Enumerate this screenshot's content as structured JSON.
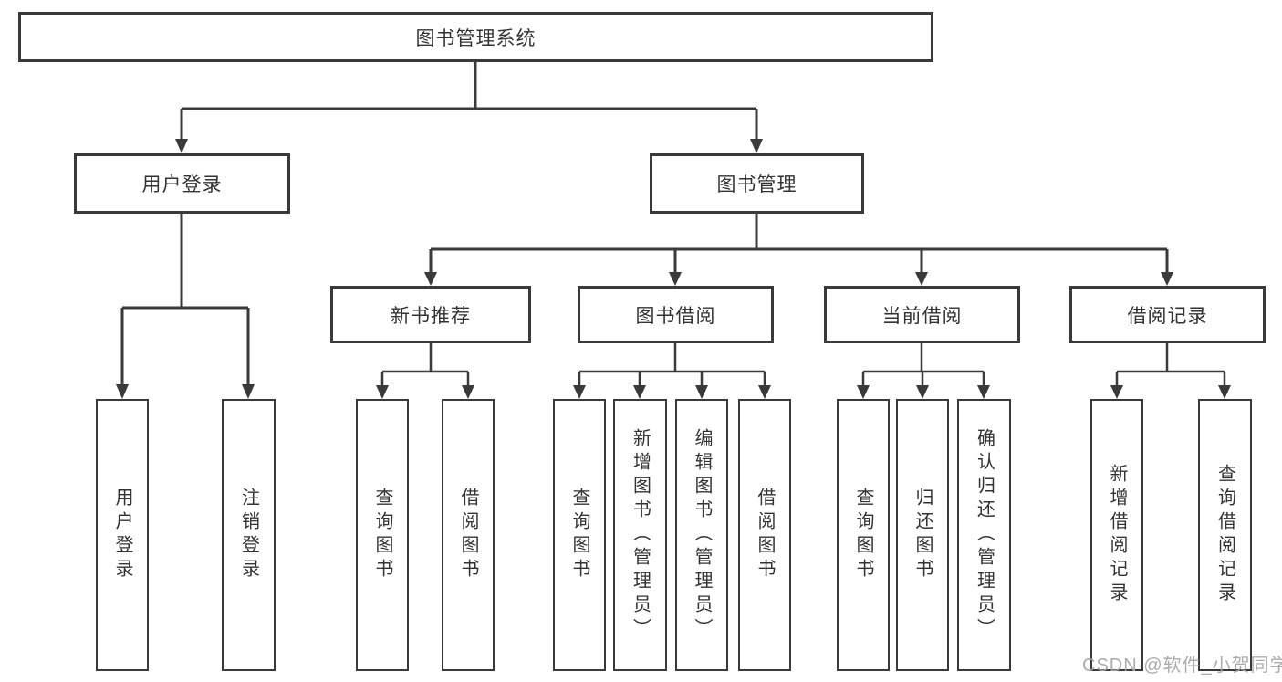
{
  "tree": {
    "label": "图书管理系统",
    "children": [
      {
        "label": "用户登录",
        "children": [
          {
            "label": "用户登录"
          },
          {
            "label": "注销登录"
          }
        ]
      },
      {
        "label": "图书管理",
        "children": [
          {
            "label": "新书推荐",
            "children": [
              {
                "label": "查询图书"
              },
              {
                "label": "借阅图书"
              }
            ]
          },
          {
            "label": "图书借阅",
            "children": [
              {
                "label": "查询图书"
              },
              {
                "label": "新增图书（管理员）"
              },
              {
                "label": "编辑图书（管理员）"
              },
              {
                "label": "借阅图书"
              }
            ]
          },
          {
            "label": "当前借阅",
            "children": [
              {
                "label": "查询图书"
              },
              {
                "label": "归还图书"
              },
              {
                "label": "确认归还（管理员）"
              }
            ]
          },
          {
            "label": "借阅记录",
            "children": [
              {
                "label": "新增借阅记录"
              },
              {
                "label": "查询借阅记录"
              }
            ]
          }
        ]
      }
    ]
  },
  "watermark": {
    "text": "CSDN @软件_小贺同学"
  },
  "colors": {
    "line": "#3a3a3a",
    "box_border": "#3a3a3a",
    "box_fill": "#ffffff",
    "text": "#333333",
    "watermark": "#a5a5a5",
    "background": "#ffffff"
  }
}
